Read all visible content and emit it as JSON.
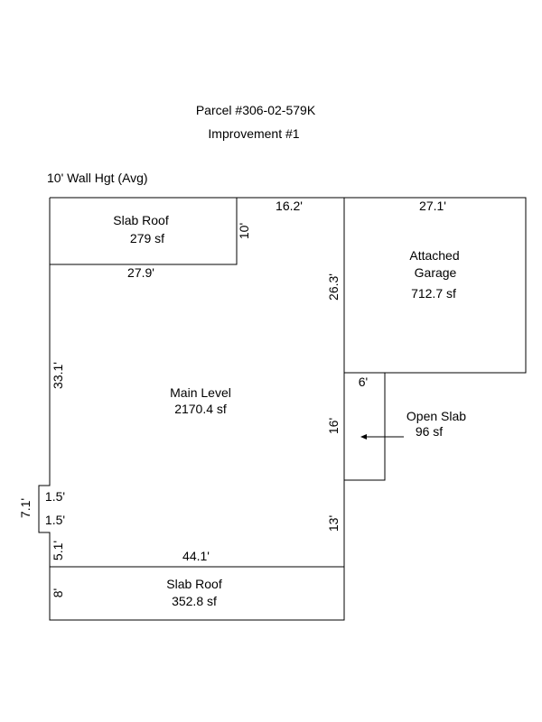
{
  "header": {
    "parcel": "Parcel #306-02-579K",
    "improvement": "Improvement #1",
    "wall_height": "10' Wall Hgt (Avg)"
  },
  "areas": {
    "slab_roof_top": {
      "name": "Slab Roof",
      "area": "279 sf"
    },
    "attached_garage": {
      "name_line1": "Attached",
      "name_line2": "Garage",
      "area": "712.7 sf"
    },
    "main_level": {
      "name": "Main Level",
      "area": "2170.4 sf"
    },
    "open_slab": {
      "name": "Open Slab",
      "area": "96 sf"
    },
    "slab_roof_bottom": {
      "name": "Slab Roof",
      "area": "352.8 sf"
    }
  },
  "dimensions": {
    "d_16_2": "16.2'",
    "d_27_1": "27.1'",
    "d_10": "10'",
    "d_27_9": "27.9'",
    "d_26_3": "26.3'",
    "d_33_1": "33.1'",
    "d_6": "6'",
    "d_16": "16'",
    "d_1_5_a": "1.5'",
    "d_1_5_b": "1.5'",
    "d_7_1": "7.1'",
    "d_13": "13'",
    "d_5_1": "5.1'",
    "d_44_1": "44.1'",
    "d_8": "8'"
  }
}
